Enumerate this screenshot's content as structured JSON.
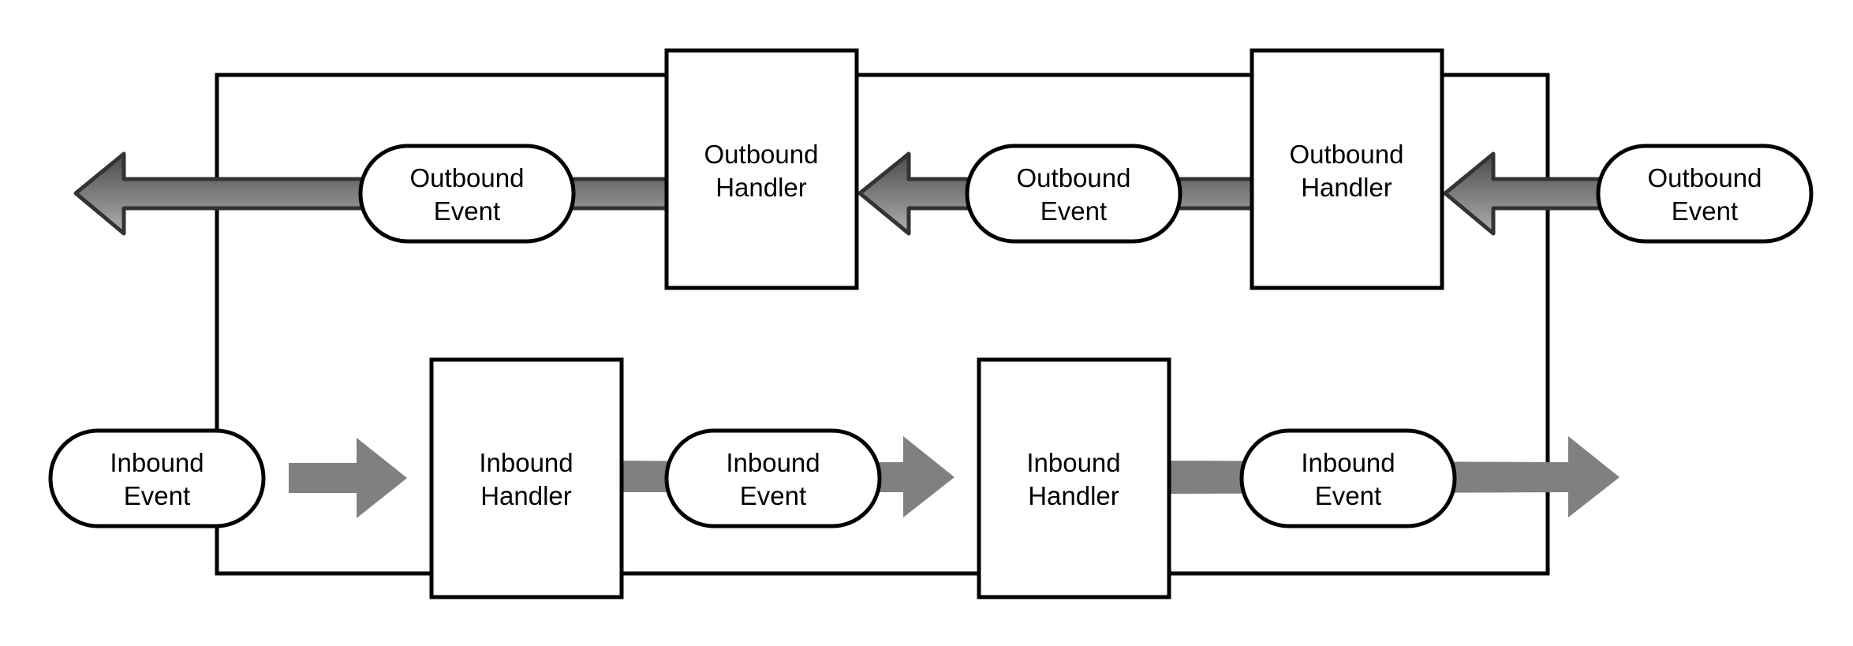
{
  "diagram": {
    "title": "",
    "colors": {
      "line": "#000000",
      "box_fill": "#ffffff",
      "outbound_arrow_top": "#4a4a4a",
      "outbound_arrow_bottom": "#b0b0b0",
      "outbound_arrow_outline": "#333333",
      "inbound_arrow": "#808080"
    },
    "outbound_row": {
      "direction": "right-to-left",
      "events": [
        {
          "id": "outbound-event-1",
          "line1": "Outbound",
          "line2": "Event"
        },
        {
          "id": "outbound-event-2",
          "line1": "Outbound",
          "line2": "Event"
        },
        {
          "id": "outbound-event-3",
          "line1": "Outbound",
          "line2": "Event"
        }
      ],
      "handlers": [
        {
          "id": "outbound-handler-1",
          "line1": "Outbound",
          "line2": "Handler"
        },
        {
          "id": "outbound-handler-2",
          "line1": "Outbound",
          "line2": "Handler"
        }
      ]
    },
    "inbound_row": {
      "direction": "left-to-right",
      "events": [
        {
          "id": "inbound-event-1",
          "line1": "Inbound",
          "line2": "Event"
        },
        {
          "id": "inbound-event-2",
          "line1": "Inbound",
          "line2": "Event"
        },
        {
          "id": "inbound-event-3",
          "line1": "Inbound",
          "line2": "Event"
        }
      ],
      "handlers": [
        {
          "id": "inbound-handler-1",
          "line1": "Inbound",
          "line2": "Handler"
        },
        {
          "id": "inbound-handler-2",
          "line1": "Inbound",
          "line2": "Handler"
        }
      ]
    },
    "edges": [
      {
        "from": "outbound-event-3",
        "to": "outbound-handler-2"
      },
      {
        "from": "outbound-handler-2",
        "to": "outbound-event-2"
      },
      {
        "from": "outbound-event-2",
        "to": "outbound-handler-1"
      },
      {
        "from": "outbound-handler-1",
        "to": "outbound-event-1"
      },
      {
        "from": "outbound-event-1",
        "to": "exit-left"
      },
      {
        "from": "inbound-event-1",
        "to": "inbound-handler-1"
      },
      {
        "from": "inbound-handler-1",
        "to": "inbound-event-2"
      },
      {
        "from": "inbound-event-2",
        "to": "inbound-handler-2"
      },
      {
        "from": "inbound-handler-2",
        "to": "inbound-event-3"
      },
      {
        "from": "inbound-event-3",
        "to": "exit-right"
      }
    ]
  }
}
